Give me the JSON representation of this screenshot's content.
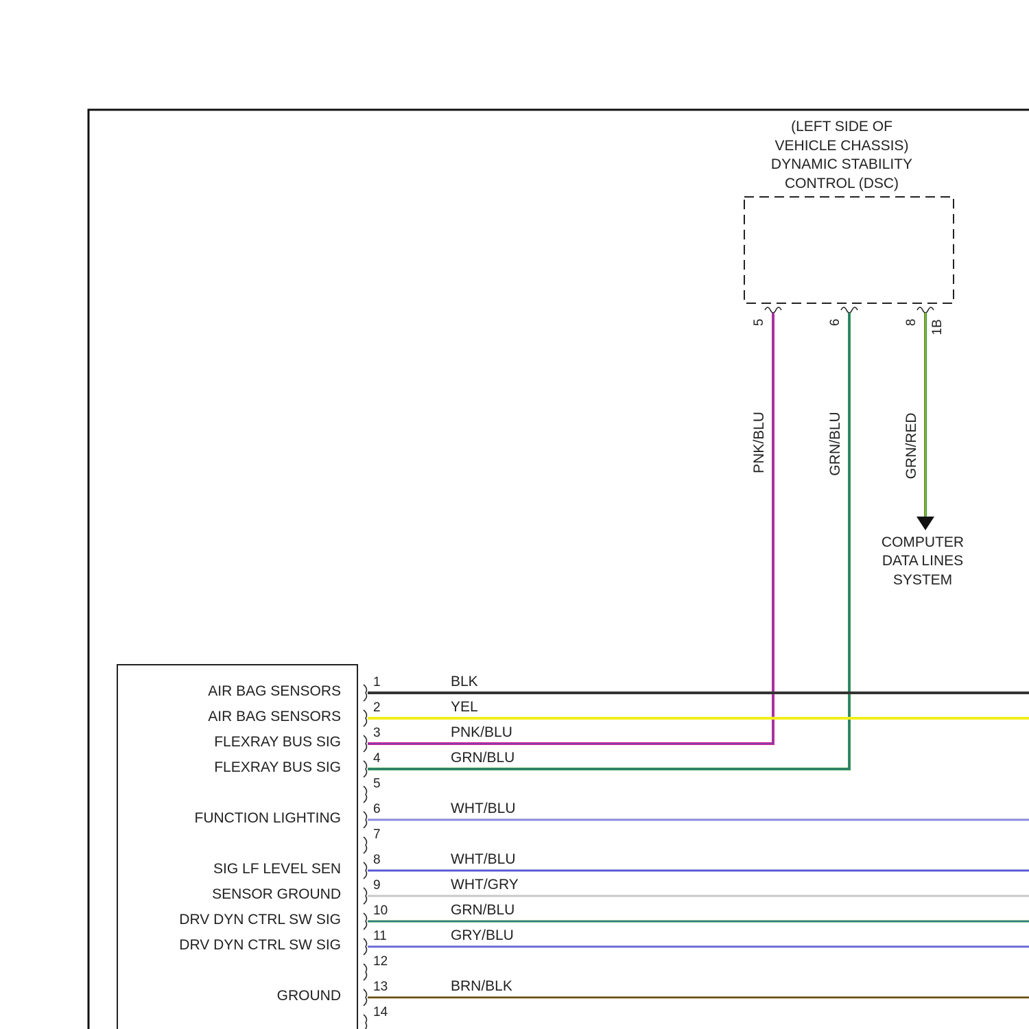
{
  "dsc": {
    "caption": [
      "(LEFT SIDE OF",
      "VEHICLE CHASSIS)",
      "DYNAMIC STABILITY",
      "CONTROL (DSC)"
    ],
    "pins": [
      {
        "pin": "5",
        "wire": "PNK/BLU",
        "color": "#d6248f",
        "stripe": "#3a55c8"
      },
      {
        "pin": "6",
        "wire": "GRN/BLU",
        "color": "#2a9d3a",
        "stripe": "#3a55c8"
      },
      {
        "pin": "8",
        "wire": "GRN/RED",
        "color": "#2a9d3a",
        "stripe": "#e8b020"
      }
    ],
    "connector": "1B"
  },
  "destination": [
    "COMPUTER",
    "DATA LINES",
    "SYSTEM"
  ],
  "module": {
    "rows": [
      {
        "pin": "1",
        "label": "AIR BAG SENSORS",
        "wire": "BLK",
        "color": "#333333"
      },
      {
        "pin": "2",
        "label": "AIR BAG SENSORS",
        "wire": "YEL",
        "color": "#f2ef1c"
      },
      {
        "pin": "3",
        "label": "FLEXRAY BUS SIG",
        "wire": "PNK/BLU",
        "color": "#d6248f"
      },
      {
        "pin": "4",
        "label": "FLEXRAY BUS SIG",
        "wire": "GRN/BLU",
        "color": "#2a9d3a"
      },
      {
        "pin": "5",
        "label": "",
        "wire": "",
        "color": ""
      },
      {
        "pin": "6",
        "label": "FUNCTION LIGHTING",
        "wire": "WHT/BLU",
        "color": "#8a8ae0"
      },
      {
        "pin": "7",
        "label": "",
        "wire": "",
        "color": ""
      },
      {
        "pin": "8",
        "label": "SIG LF LEVEL SEN",
        "wire": "WHT/BLU",
        "color": "#5a5ad8"
      },
      {
        "pin": "9",
        "label": "SENSOR GROUND",
        "wire": "WHT/GRY",
        "color": "#c8c8c8"
      },
      {
        "pin": "10",
        "label": "DRV DYN CTRL SW SIG",
        "wire": "GRN/BLU",
        "color": "#2a9d3a"
      },
      {
        "pin": "11",
        "label": "DRV DYN CTRL SW SIG",
        "wire": "GRY/BLU",
        "color": "#6a6ad8"
      },
      {
        "pin": "12",
        "label": "",
        "wire": "",
        "color": ""
      },
      {
        "pin": "13",
        "label": "GROUND",
        "wire": "BRN/BLK",
        "color": "#a07a1c"
      },
      {
        "pin": "14",
        "label": "",
        "wire": "",
        "color": ""
      }
    ]
  }
}
